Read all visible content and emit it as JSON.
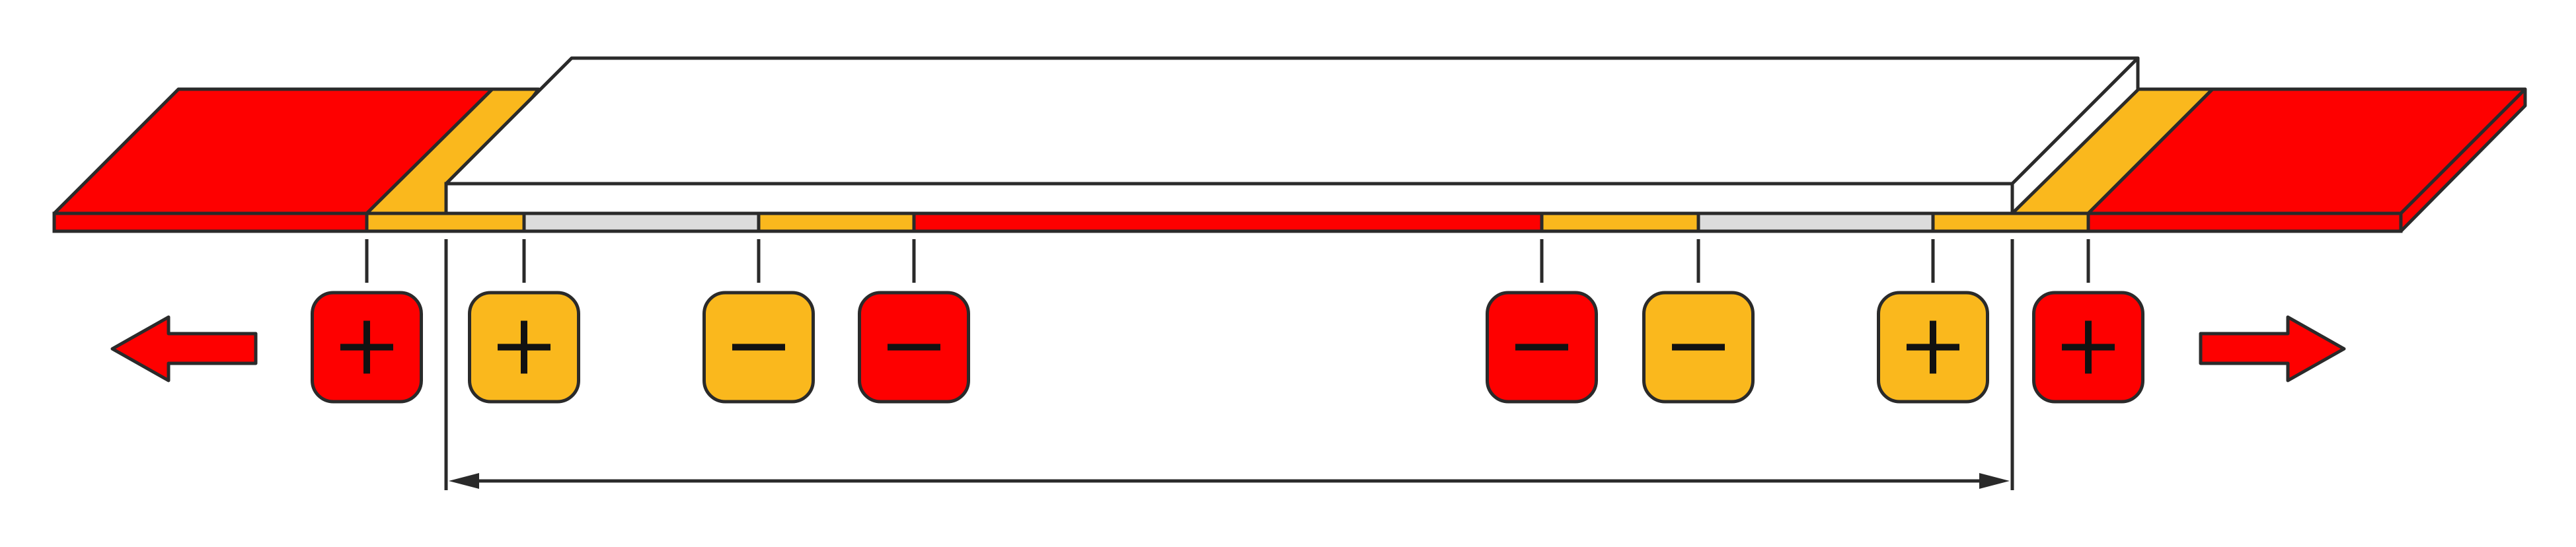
{
  "colors": {
    "red": "#fe0000",
    "amber": "#fab81d",
    "gray": "#dcdcdc",
    "white": "#ffffff",
    "outline": "#2a2a2a"
  },
  "segments": [
    {
      "id": "red-left",
      "color": "red"
    },
    {
      "id": "amber-left-outer",
      "color": "amber"
    },
    {
      "id": "gray-left",
      "color": "gray"
    },
    {
      "id": "amber-left-inner",
      "color": "amber"
    },
    {
      "id": "red-center",
      "color": "red"
    },
    {
      "id": "amber-right-inner",
      "color": "amber"
    },
    {
      "id": "gray-right",
      "color": "gray"
    },
    {
      "id": "amber-right-outer",
      "color": "amber"
    },
    {
      "id": "red-right",
      "color": "red"
    }
  ],
  "terminals": [
    {
      "id": "terminal-1",
      "color": "red",
      "symbol": "+"
    },
    {
      "id": "terminal-2",
      "color": "amber",
      "symbol": "+"
    },
    {
      "id": "terminal-3",
      "color": "amber",
      "symbol": "−"
    },
    {
      "id": "terminal-4",
      "color": "red",
      "symbol": "−"
    },
    {
      "id": "terminal-5",
      "color": "red",
      "symbol": "−"
    },
    {
      "id": "terminal-6",
      "color": "amber",
      "symbol": "−"
    },
    {
      "id": "terminal-7",
      "color": "amber",
      "symbol": "+"
    },
    {
      "id": "terminal-8",
      "color": "red",
      "symbol": "+"
    }
  ],
  "arrows": [
    {
      "id": "arrow-left",
      "direction": "left",
      "color": "red"
    },
    {
      "id": "arrow-right",
      "direction": "right",
      "color": "red"
    }
  ],
  "dimension": {
    "label": ""
  }
}
